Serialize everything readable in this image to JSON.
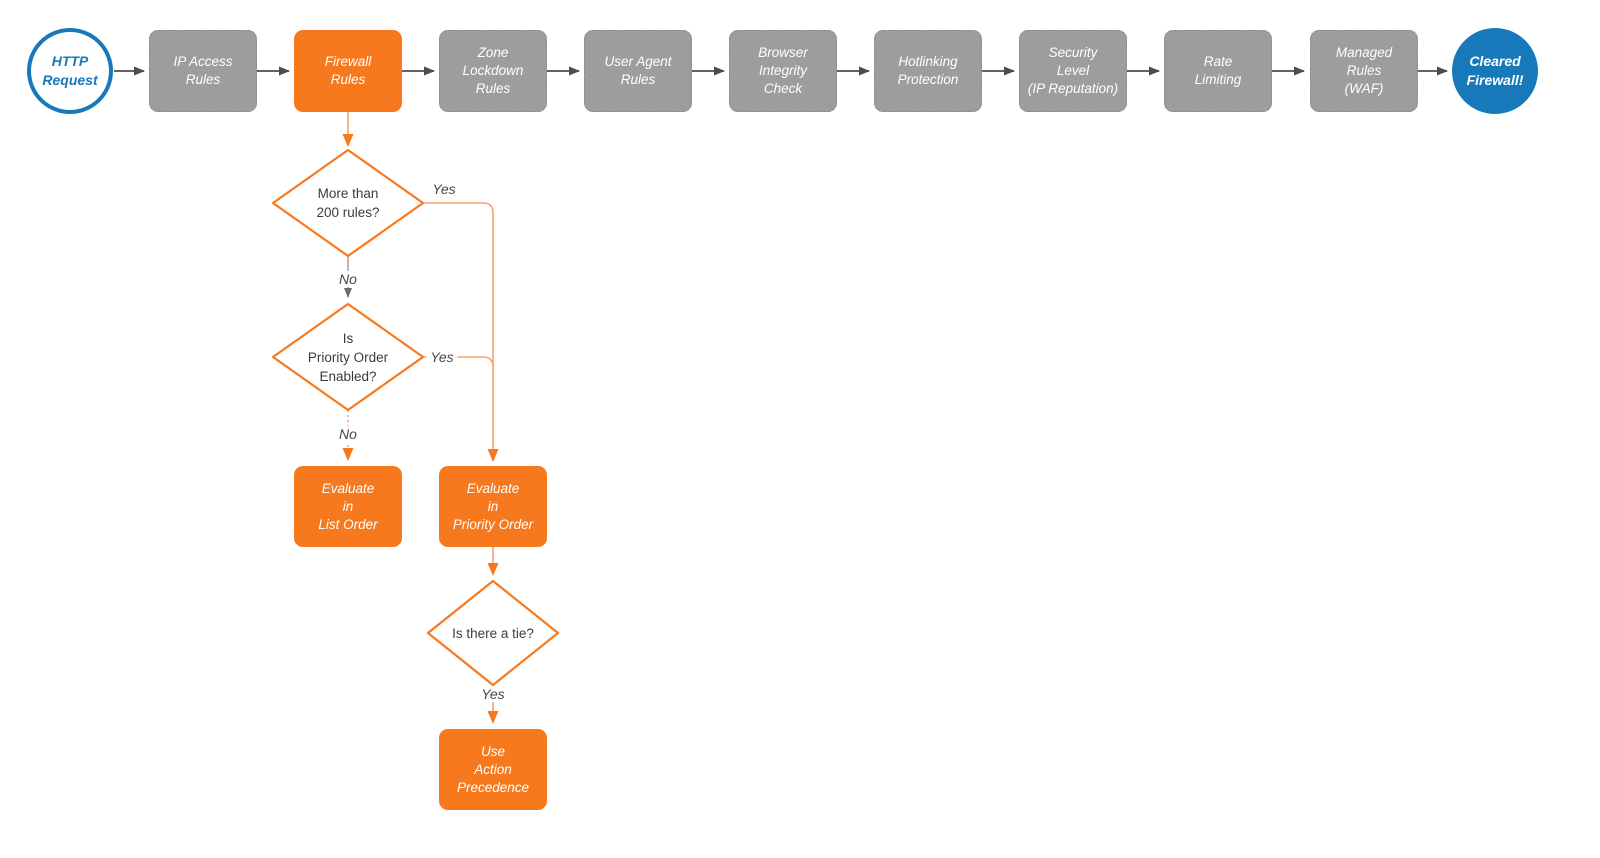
{
  "flowchart": {
    "start": {
      "label": "HTTP\nRequest"
    },
    "pipeline": [
      {
        "label": "IP Access\nRules"
      },
      {
        "label": "Firewall\nRules",
        "highlight": true
      },
      {
        "label": "Zone\nLockdown\nRules"
      },
      {
        "label": "User Agent\nRules"
      },
      {
        "label": "Browser\nIntegrity\nCheck"
      },
      {
        "label": "Hotlinking\nProtection"
      },
      {
        "label": "Security\nLevel\n(IP Reputation)"
      },
      {
        "label": "Rate\nLimiting"
      },
      {
        "label": "Managed\nRules\n(WAF)"
      }
    ],
    "end": {
      "label": "Cleared\nFirewall!"
    },
    "decisions": [
      {
        "label": "More than\n200 rules?",
        "yes": "Yes",
        "no": "No"
      },
      {
        "label": "Is\nPriority Order\nEnabled?",
        "yes": "Yes",
        "no": "No"
      },
      {
        "label": "Is there a tie?",
        "yes": "Yes"
      }
    ],
    "actions": [
      {
        "label": "Evaluate\nin\nList Order"
      },
      {
        "label": "Evaluate\nin\nPriority Order"
      },
      {
        "label": "Use\nAction\nPrecedence"
      }
    ],
    "colors": {
      "accent_orange": "#F7791D",
      "connector_orange": "#F9A26F",
      "node_gray": "#9D9D9D",
      "brand_blue": "#1778BA",
      "arrow_dark": "#4D4D4D"
    }
  }
}
